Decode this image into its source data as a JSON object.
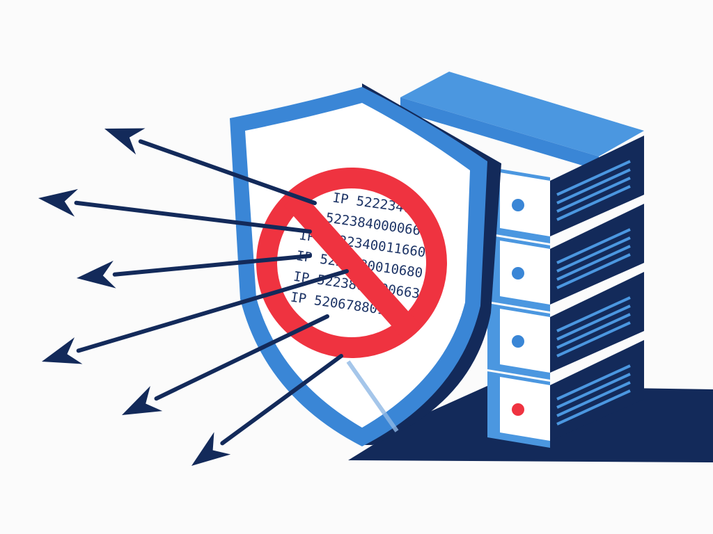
{
  "illustration": {
    "ip_lines": [
      "IP 5222340600",
      "IP 5223840000660",
      "IP 5222340011660",
      "IP 5222380010680",
      "IP 5223800000663",
      "IP 5206788010"
    ],
    "colors": {
      "navy": "#132a5a",
      "blue": "#3a86d6",
      "light_blue": "#4b97e0",
      "red": "#ef3340",
      "white": "#ffffff",
      "background": "#fbfbfb"
    },
    "icons": [
      "shield-icon",
      "server-icon",
      "prohibited-icon",
      "arrow-icon"
    ],
    "server_units": [
      {
        "led": "blue"
      },
      {
        "led": "blue"
      },
      {
        "led": "blue"
      },
      {
        "led": "red"
      }
    ]
  }
}
